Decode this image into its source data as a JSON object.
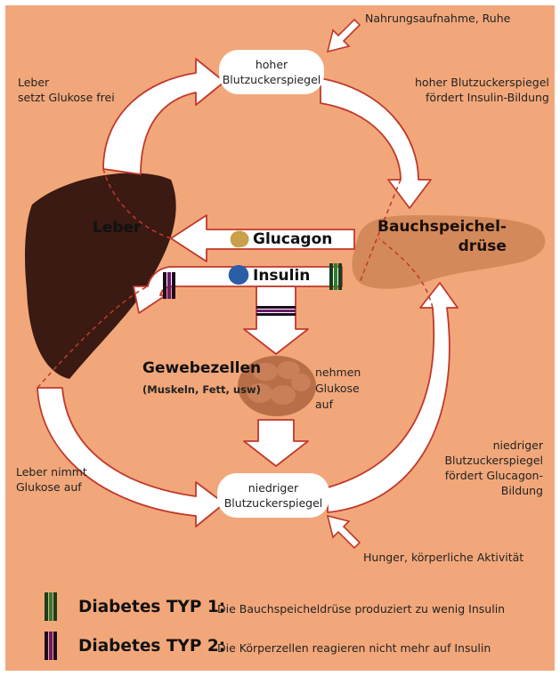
{
  "nodes": {
    "high_sugar": "hoher\nBlutzuckerspiegel",
    "low_sugar": "niedriger\nBlutzuckerspiegel"
  },
  "annotations": {
    "food_rest": "Nahrungsaufnahme, Ruhe",
    "liver_release": "Leber\nsetzt Glukose frei",
    "high_promotes_insulin": "hoher Blutzuckerspiegel\nfördert Insulin-Bildung",
    "liver_absorbs": "Leber nimmt\nGlukose auf",
    "low_promotes_glucagon": "niedriger\nBlutzuckerspiegel\nfördert Glucagon-Bildung",
    "hunger_activity": "Hunger, körperliche Aktivität",
    "cells_take_up": "nehmen\nGlukose\nauf"
  },
  "organs": {
    "liver": "Leber",
    "pancreas": "Bauchspeichel-\ndrüse",
    "tissue": "Gewebezellen",
    "tissue_sub": "(Muskeln, Fett, usw)"
  },
  "hormones": {
    "glucagon": "Glucagon",
    "insulin": "Insulin"
  },
  "legend": [
    {
      "title": "Diabetes TYP 1:",
      "desc": "Die Bauchspeicheldrüse produziert zu wenig Insulin",
      "color": "#2e7d32"
    },
    {
      "title": "Diabetes TYP 2:",
      "desc": "Die Körperzellen reagieren nicht mehr auf Insulin",
      "color": "#6a1b6a"
    }
  ],
  "colors": {
    "background": "#f2a77a",
    "arrow_fill": "#ffffff",
    "arrow_outline": "#c0392b",
    "liver": "#3a1a12",
    "pancreas": "#d4895a",
    "type1_marker": "#2e7d32",
    "type2_marker": "#6a1b6a"
  }
}
